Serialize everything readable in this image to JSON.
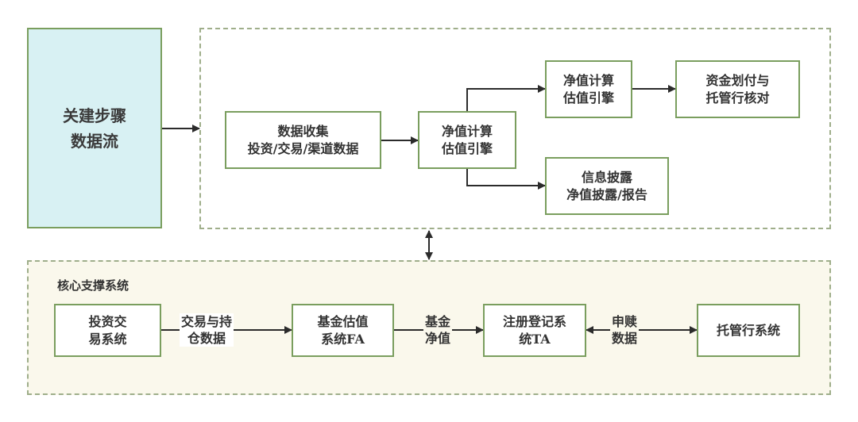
{
  "key_box": {
    "line1": "关建步骤",
    "line2": "数据流",
    "fill": "#d8f1f3"
  },
  "top_flow": {
    "nodes": {
      "collect": {
        "line1": "数据收集",
        "line2": "投资/交易/渠道数据"
      },
      "engine": {
        "line1": "净值计算",
        "line2": "估值引擎"
      },
      "engine2": {
        "line1": "净值计算",
        "line2": "估值引擎"
      },
      "settle": {
        "line1": "资金划付与",
        "line2": "托管行核对"
      },
      "disclose": {
        "line1": "信息披露",
        "line2": "净值披露/报告"
      }
    }
  },
  "core_systems": {
    "title": "核心支撑系统",
    "fill": "#faf8ec",
    "nodes": {
      "trading": {
        "line1": "投资交",
        "line2": "易系统"
      },
      "fa": {
        "line1": "基金估值",
        "line2": "系统FA"
      },
      "ta": {
        "line1": "注册登记系",
        "line2": "统TA"
      },
      "custodian": {
        "line1": "托管行系统"
      }
    },
    "edge_labels": {
      "trade_to_fa": {
        "line1": "交易与持",
        "line2": "仓数据"
      },
      "fa_to_ta": {
        "line1": "基金",
        "line2": "净值"
      },
      "ta_custodian": {
        "line1": "申赎",
        "line2": "数据"
      }
    }
  },
  "colors": {
    "node_border": "#7a9e5e",
    "group_border": "#9fae8a",
    "arrow": "#2b2b2b"
  }
}
